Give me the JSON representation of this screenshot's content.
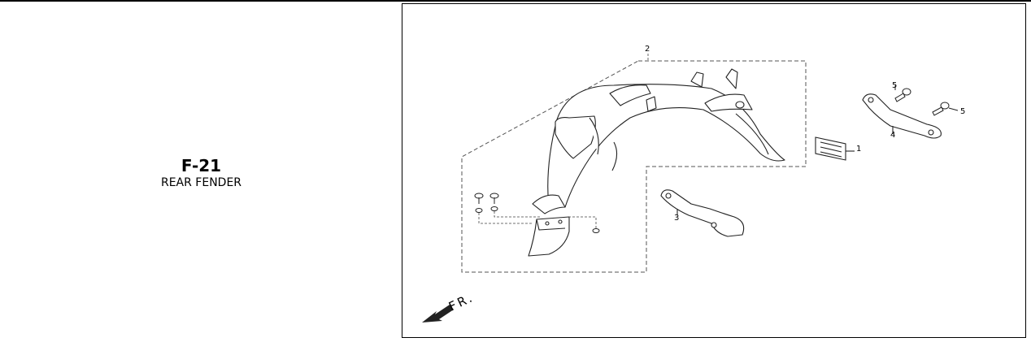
{
  "page": {
    "code": "F-21",
    "title": "REAR FENDER"
  },
  "diagram": {
    "callouts": [
      "2",
      "5",
      "5",
      "4",
      "1",
      "3"
    ],
    "direction_label": "FR."
  }
}
